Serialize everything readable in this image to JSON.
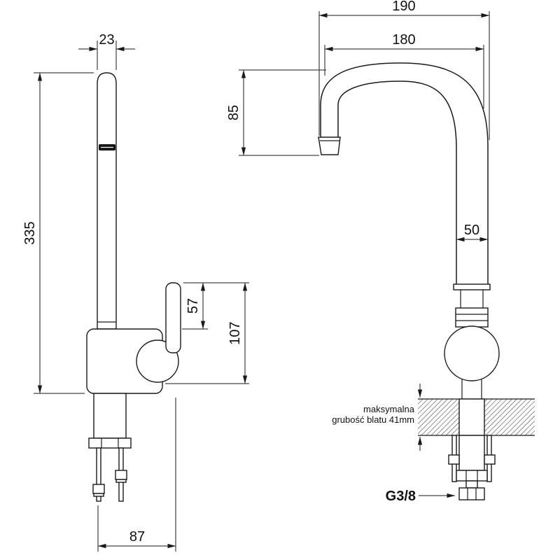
{
  "page": {
    "background": "#ffffff",
    "line_color": "#1a1a1a"
  },
  "side_view": {
    "dims": {
      "pipe_width": "23",
      "total_height": "335",
      "lever_height": "57",
      "body_height": "107",
      "base_depth": "87"
    }
  },
  "front_view": {
    "dims": {
      "overall_width": "190",
      "spout_reach": "180",
      "spout_height": "85",
      "body_width": "50"
    },
    "counter_note_line1": "maksymalna",
    "counter_note_line2": "grubość blatu 41mm",
    "thread_label": "G3/8"
  }
}
